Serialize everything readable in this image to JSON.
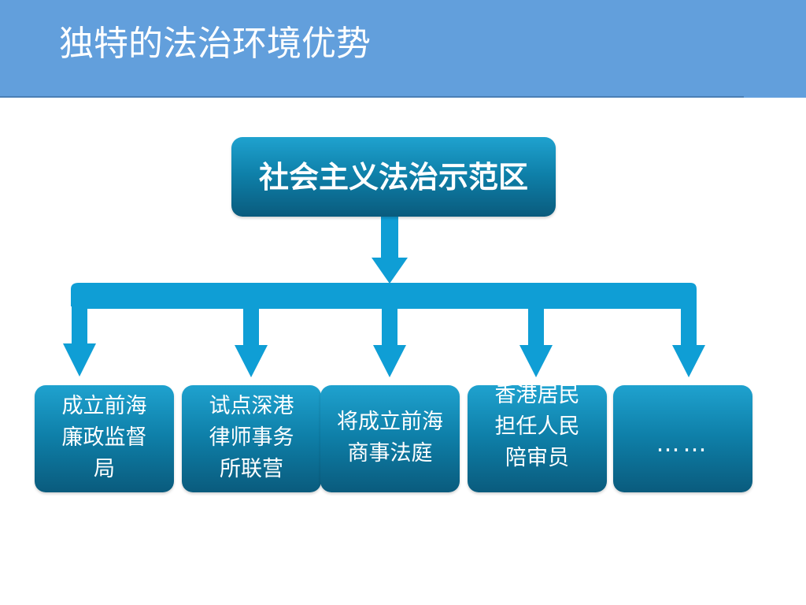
{
  "slide": {
    "title": "独特的法治环境优势"
  },
  "diagram": {
    "root": {
      "label": "社会主义法治示范区"
    },
    "children": [
      {
        "label": "成立前海\n廉政监督\n局"
      },
      {
        "label": "试点深港\n律师事务\n所联营"
      },
      {
        "label": "将成立前海\n商事法庭"
      },
      {
        "label": "香港居民\n担任人民\n陪审员"
      },
      {
        "label": "……"
      }
    ]
  },
  "colors": {
    "header": "#629fdc",
    "box_top": "#1fa2cf",
    "box_bottom": "#0a5b7d",
    "arrow": "#0f9ed5"
  }
}
